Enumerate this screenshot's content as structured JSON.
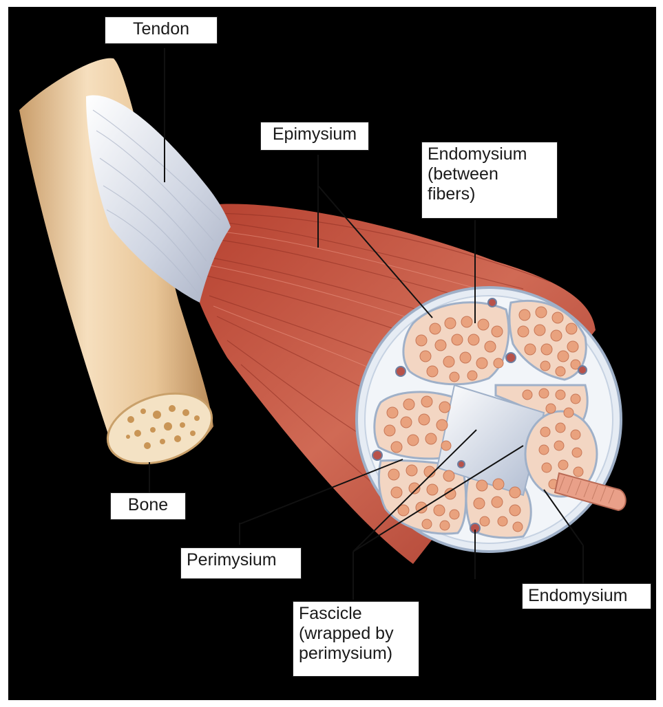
{
  "diagram": {
    "labels": {
      "tendon": "Tendon",
      "epimysium": "Epimysium",
      "endomysium_top_line1": "Endomysium",
      "endomysium_top_line2": "(between",
      "endomysium_top_line3": "fibers)",
      "bone": "Bone",
      "perimysium": "Perimysium",
      "fascicle_line1": "Fascicle",
      "fascicle_line2": "(wrapped by",
      "fascicle_line3": "perimysium)",
      "endomysium_bottom": "Endomysium"
    },
    "colors": {
      "background": "#000000",
      "bone": "#e9c79c",
      "muscle": "#c4533f",
      "tendon": "#d9dde6",
      "perimysium": "#e9eef6",
      "fiber": "#e9a27e",
      "vessel": "#d98b76"
    }
  }
}
